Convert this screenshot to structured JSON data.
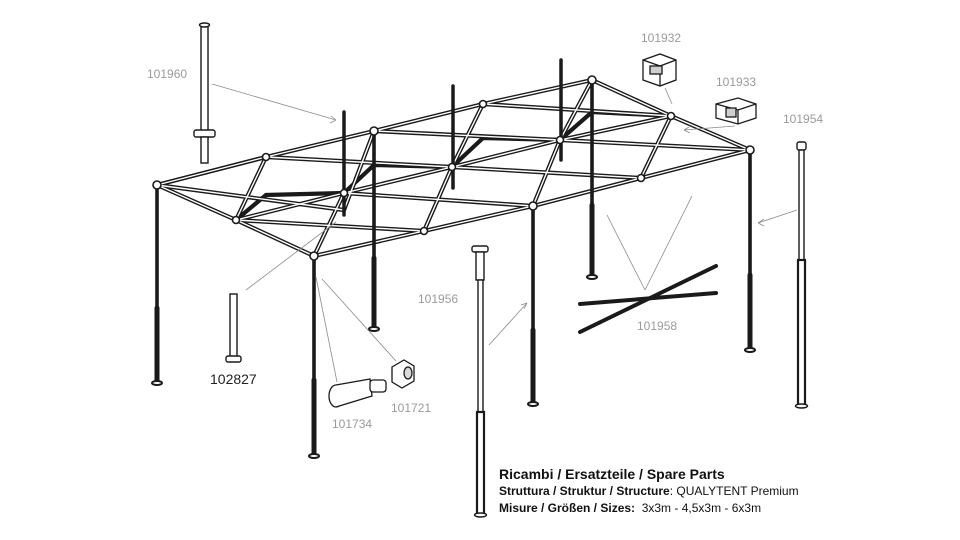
{
  "parts": [
    {
      "code": "101960"
    },
    {
      "code": "101932"
    },
    {
      "code": "101933"
    },
    {
      "code": "101954"
    },
    {
      "code": "101956"
    },
    {
      "code": "101958"
    },
    {
      "code": "102827"
    },
    {
      "code": "101721"
    },
    {
      "code": "101734"
    }
  ],
  "caption": {
    "title": "Ricambi / Ersatzteile / Spare Parts",
    "structure_label": "Struttura / Struktur /  Structure",
    "structure_value": ": QUALYTENT Premium",
    "sizes_label": "Misure / Größen / Sizes:",
    "sizes_value": "  3x3m - 4,5x3m - 6x3m"
  },
  "colors": {
    "frame": "#1a1a1a",
    "leader": "#8c8c8c",
    "label": "#9a9a9a"
  }
}
